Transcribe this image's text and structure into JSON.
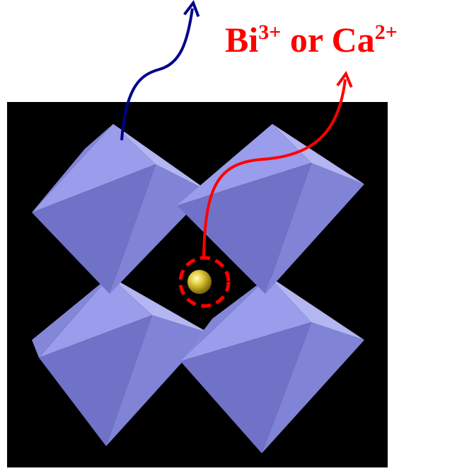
{
  "label": {
    "element_1": "Bi",
    "charge_1": "3+",
    "connector": " or ",
    "element_2": "Ca",
    "charge_2": "2+"
  },
  "colors": {
    "label": "#ff0000",
    "cation_arrow": "#ff0000",
    "octahedron_arrow": "#00008b",
    "background": "#000000",
    "octahedron": "#8c8ee8",
    "cation": "#d8c020",
    "highlight_circle": "#ff0000"
  }
}
